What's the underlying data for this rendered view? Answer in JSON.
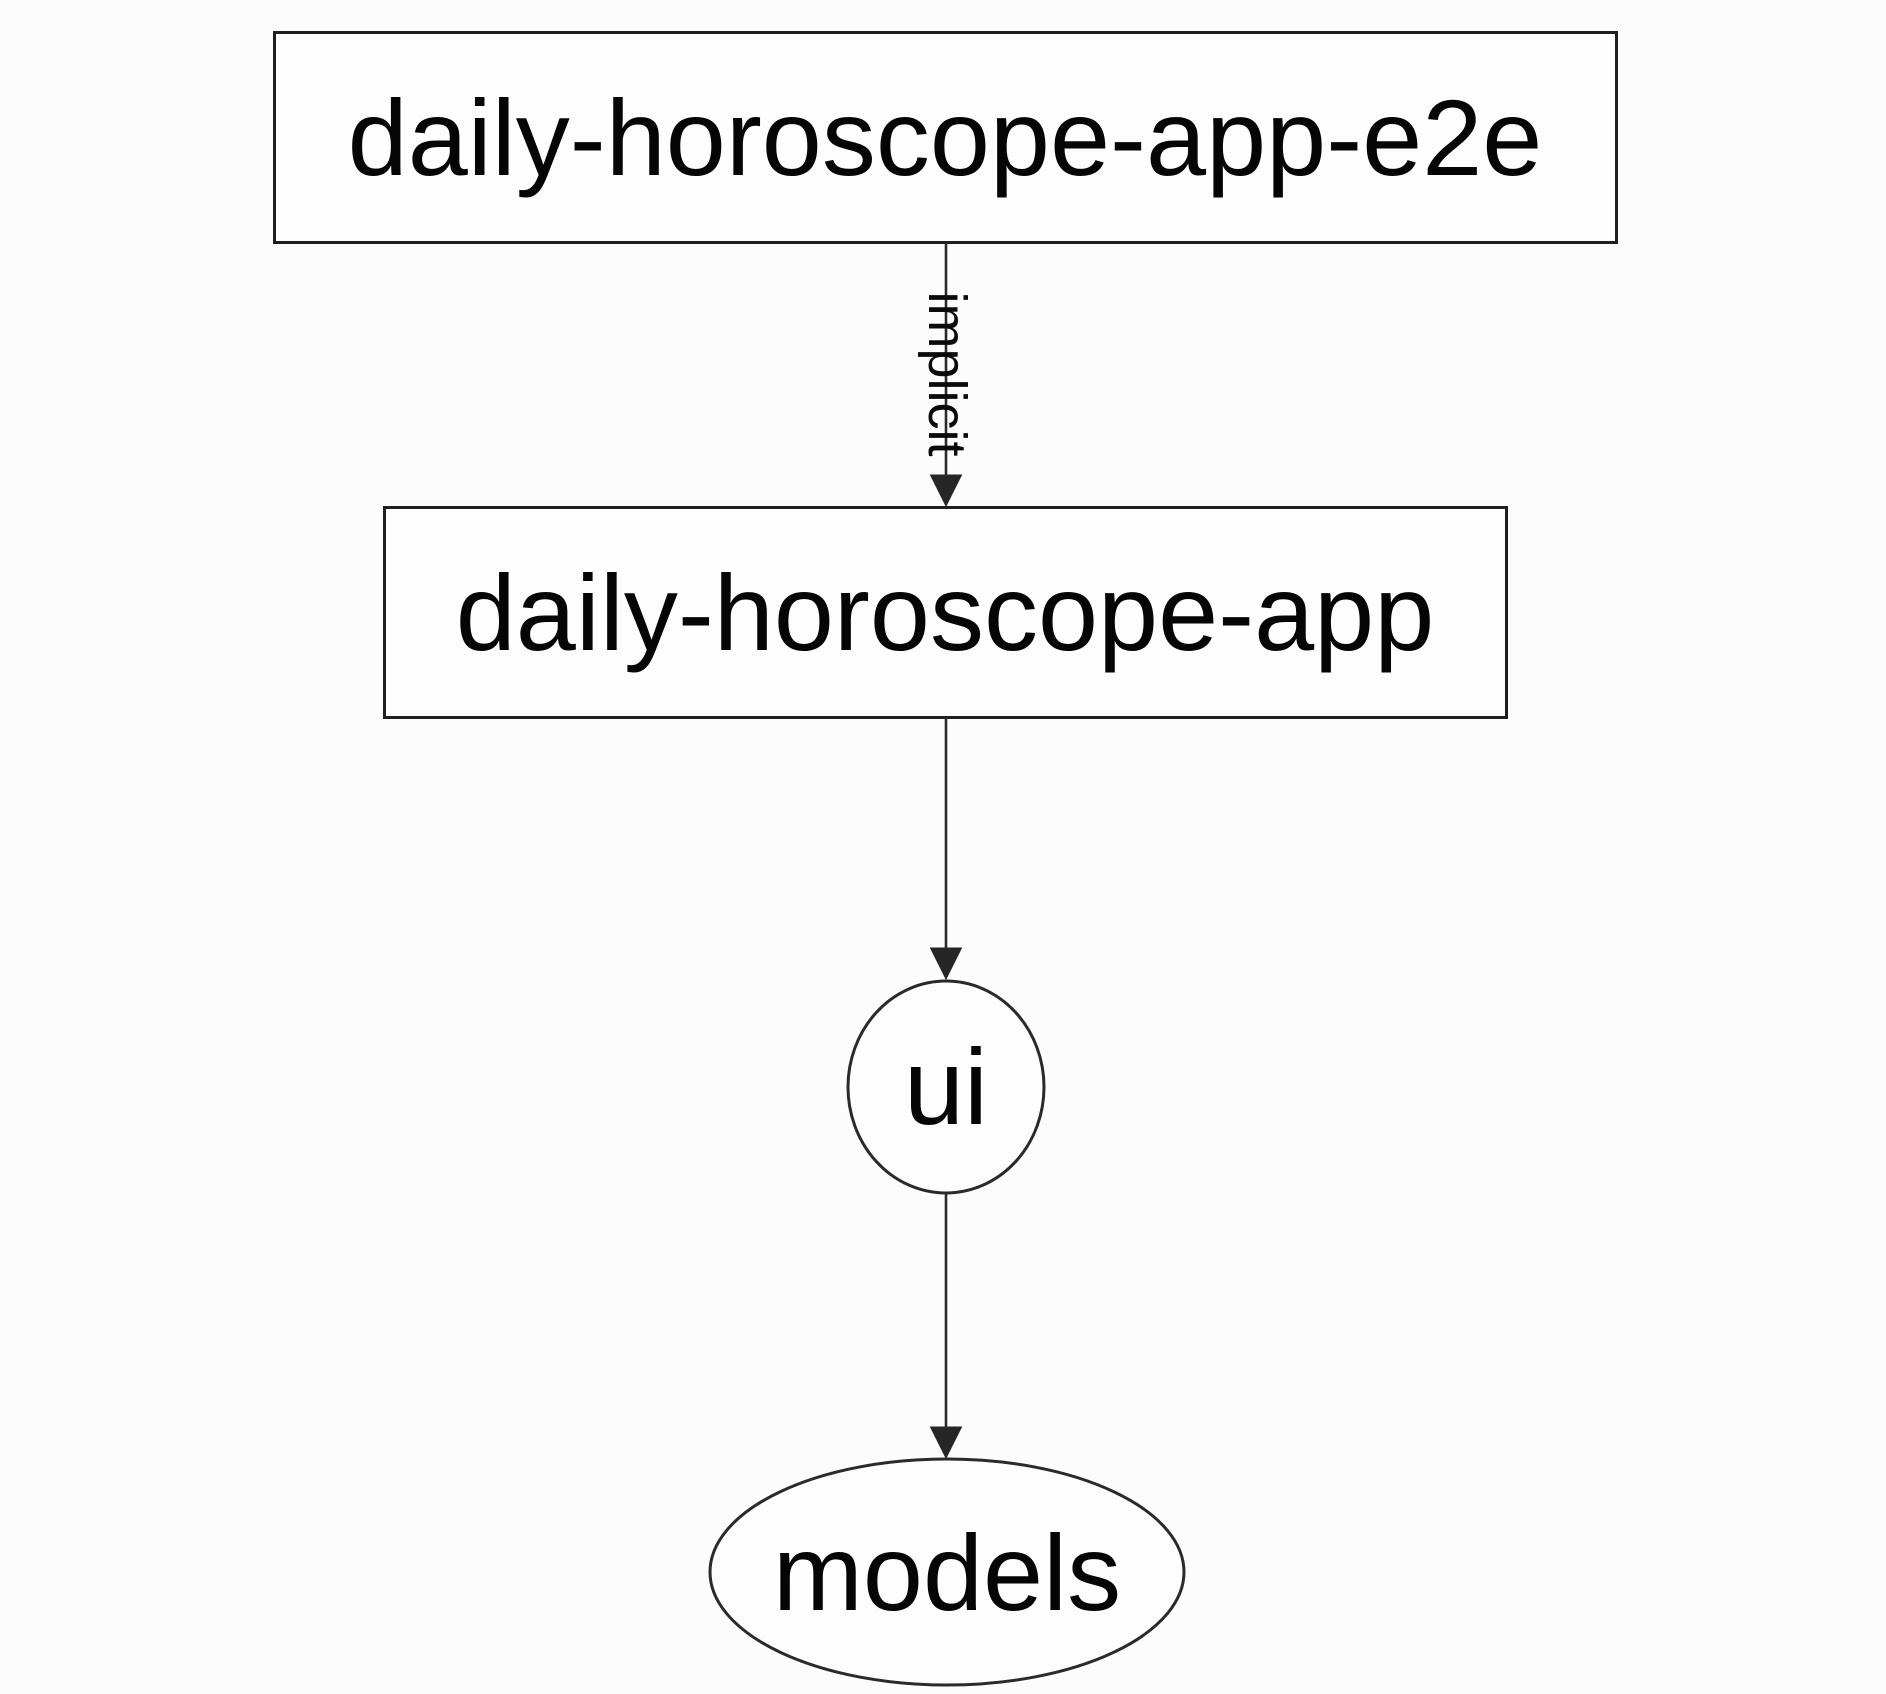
{
  "diagram": {
    "kind": "project-dependency-graph",
    "nodes": [
      {
        "id": "daily-horoscope-app-e2e",
        "label": "daily-horoscope-app-e2e",
        "shape": "rectangle"
      },
      {
        "id": "daily-horoscope-app",
        "label": "daily-horoscope-app",
        "shape": "rectangle"
      },
      {
        "id": "ui",
        "label": "ui",
        "shape": "circle"
      },
      {
        "id": "models",
        "label": "models",
        "shape": "ellipse"
      }
    ],
    "edges": [
      {
        "from": "daily-horoscope-app-e2e",
        "to": "daily-horoscope-app",
        "label": "implicit"
      },
      {
        "from": "daily-horoscope-app",
        "to": "ui",
        "label": ""
      },
      {
        "from": "ui",
        "to": "models",
        "label": ""
      }
    ],
    "colors": {
      "background": "#fcfcfc",
      "node_fill": "#fdfdfd",
      "stroke": "#1f1f1f",
      "text": "#050505"
    }
  }
}
